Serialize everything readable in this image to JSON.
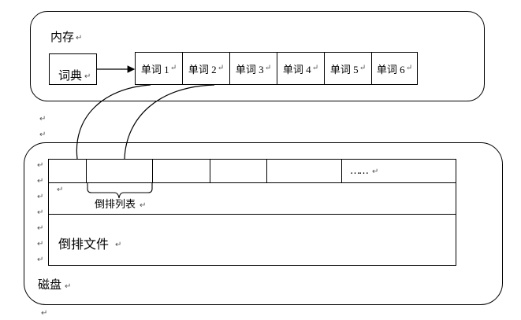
{
  "memory": {
    "title": "内存",
    "dictionary": "词典",
    "words": [
      "单词 1",
      "单词 2",
      "单词 3",
      "单词 4",
      "单词 5",
      "单词 6"
    ]
  },
  "disk": {
    "title": "磁盘",
    "ellipsis": "……",
    "inverted_list": "倒排列表",
    "inverted_file": "倒排文件"
  },
  "para_mark": "↵"
}
